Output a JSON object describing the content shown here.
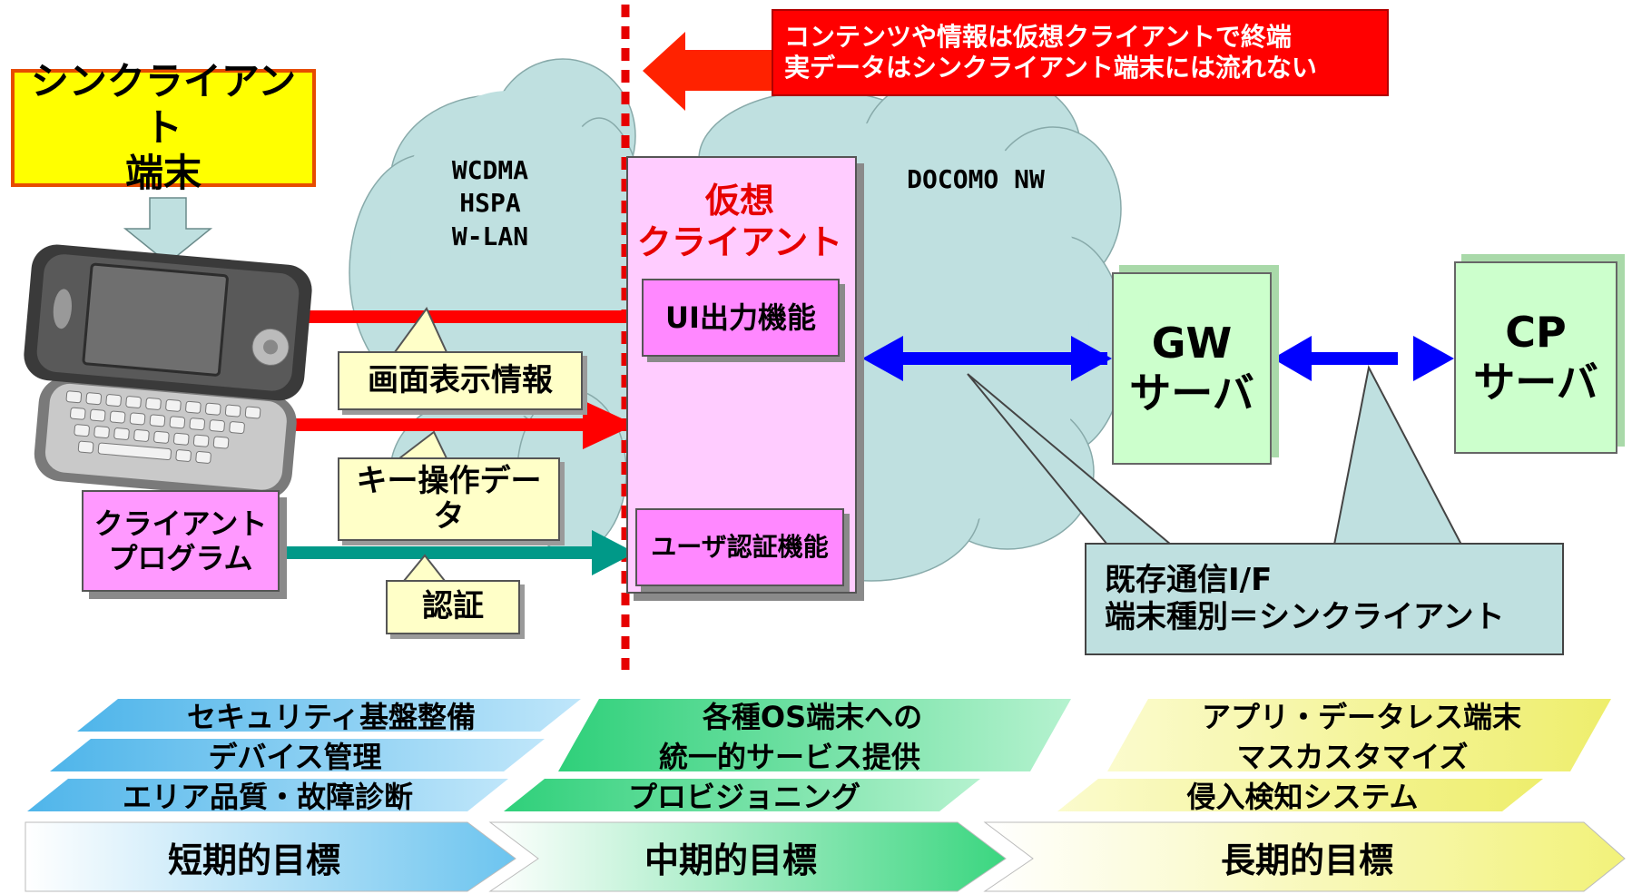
{
  "notice": {
    "line1": "コンテンツや情報は仮想クライアントで終端",
    "line2": "実データはシンクライアント端末には流れない"
  },
  "thin_client_label": {
    "line1": "シンクライアント",
    "line2": "端末"
  },
  "clouds": {
    "wireless": [
      "WCDMA",
      "HSPA",
      "W-LAN"
    ],
    "docomo": "DOCOMO NW"
  },
  "virtual_client": {
    "title_line1": "仮想",
    "title_line2": "クライアント",
    "ui_output": "UI出力機能",
    "user_auth": "ユーザ認証機能"
  },
  "callouts": {
    "screen_info": "画面表示情報",
    "key_data": "キー操作データ",
    "auth": "認証"
  },
  "client_program": {
    "line1": "クライアント",
    "line2": "プログラム"
  },
  "gw_server": {
    "line1": "GW",
    "line2": "サーバ"
  },
  "cp_server": {
    "line1": "CP",
    "line2": "サーバ"
  },
  "interface_note": {
    "line1": "既存通信I/F",
    "line2": "端末種別＝シンクライアント"
  },
  "roadmap": {
    "short_term": [
      "セキュリティ基盤整備",
      "デバイス管理",
      "エリア品質・故障診断"
    ],
    "mid_term": [
      "各種OS端末への",
      "統一的サービス提供",
      "プロビジョニング"
    ],
    "long_term": [
      "アプリ・データレス端末",
      "マスカスタマイズ",
      "侵入検知システム"
    ],
    "goals": [
      "短期的目標",
      "中期的目標",
      "長期的目標"
    ]
  },
  "colors": {
    "red": "#e60000",
    "thin_client_yellow": "#ffff00",
    "pink_box": "#ffccff",
    "cloud": "#bfe0e0",
    "server_green": "#ccffcc",
    "blue_arrow": "#0000ff",
    "teal_arrow": "#009988",
    "short_term_blue": "#66c2ee",
    "mid_term_green": "#44dd88",
    "long_term_yellow": "#f0f077"
  }
}
